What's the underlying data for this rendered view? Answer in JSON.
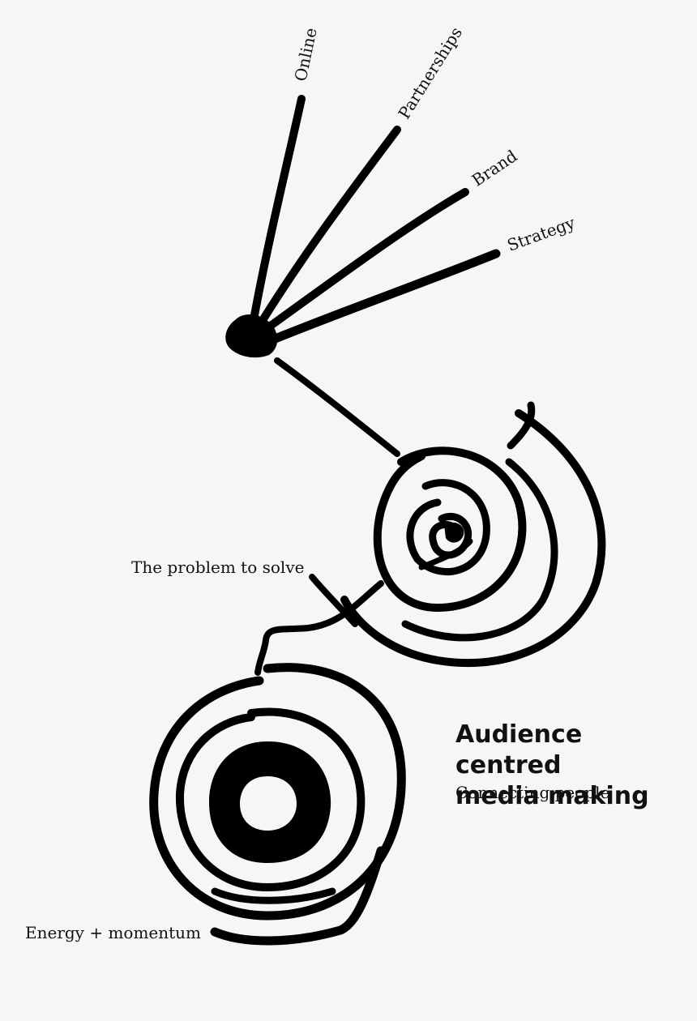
{
  "branches": [
    "Online",
    "Partnerships",
    "Brand",
    "Strategy"
  ],
  "labels": {
    "problem": "The problem to solve",
    "energy": "Energy + momentum"
  },
  "title": {
    "line1": "Audience centred",
    "line2": "media making",
    "subtitle": "Connecting people"
  },
  "colors": {
    "ink": "#000000",
    "background": "#f6f6f6",
    "text": "#111111"
  }
}
